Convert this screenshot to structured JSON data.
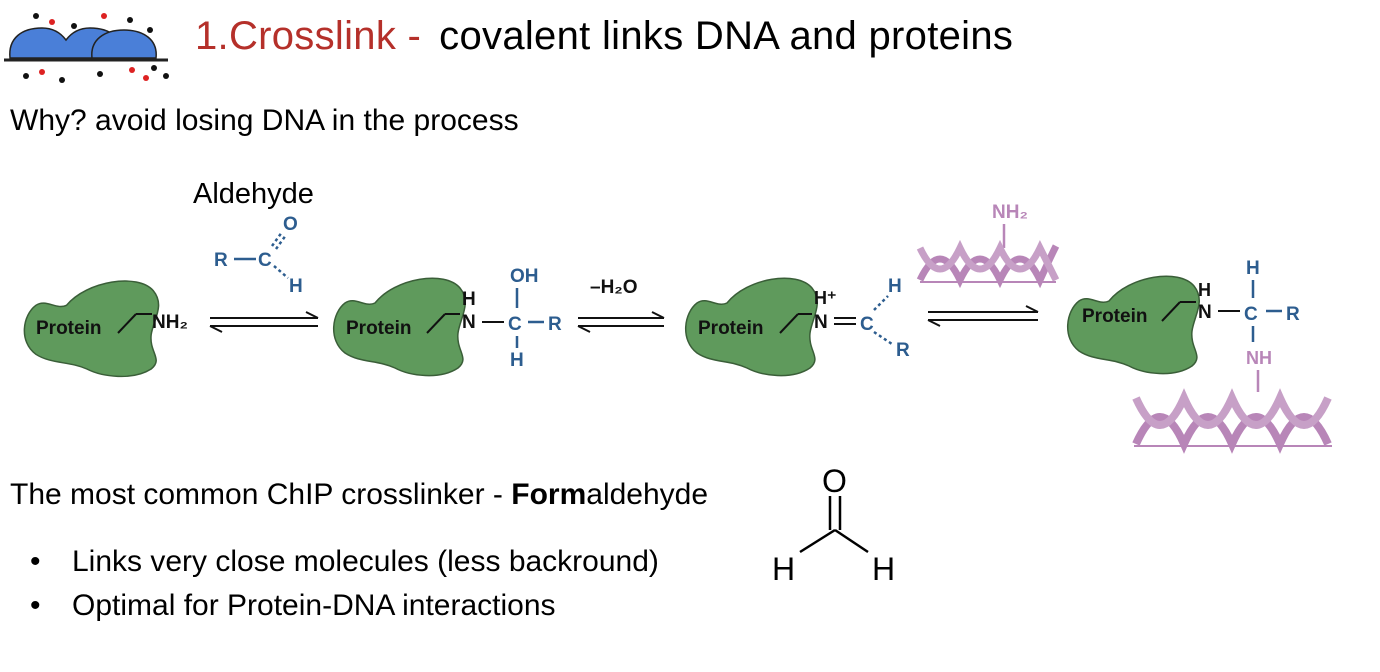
{
  "header": {
    "title_number": "1.Crosslink -",
    "title_rest": "covalent links DNA and proteins"
  },
  "why_text": "Why? avoid losing DNA in the process",
  "aldehyde_label": "Aldehyde",
  "reagent": {
    "R": "R",
    "C": "C",
    "O": "O",
    "H": "H"
  },
  "scheme": {
    "protein_label": "Protein",
    "nh2_label": "NH₂",
    "step2": {
      "H_top": "H",
      "N": "N",
      "C": "C",
      "R": "R",
      "OH": "OH",
      "H_bottom": "H"
    },
    "water_label": "–H₂O",
    "step3": {
      "H_plus": "H⁺",
      "N": "N",
      "C": "C",
      "H": "H",
      "R": "R"
    },
    "dna_nh2_label": "NH₂",
    "step4": {
      "H_top": "H",
      "N": "N",
      "C": "C",
      "R": "R",
      "H_c": "H",
      "NH": "NH"
    }
  },
  "common_prefix": "The most common ChIP crosslinker  - ",
  "common_bold": "Form",
  "common_suffix": "aldehyde",
  "formaldehyde": {
    "O": "O",
    "H_left": "H",
    "H_right": "H"
  },
  "bullets": [
    "Links very close molecules (less backround)",
    "Optimal for Protein-DNA interactions"
  ],
  "colors": {
    "title_accent": "#b5302a",
    "protein_fill": "#5f9a5c",
    "chem_blue": "#2d5d8f",
    "dna_pink": "#b886b8"
  }
}
